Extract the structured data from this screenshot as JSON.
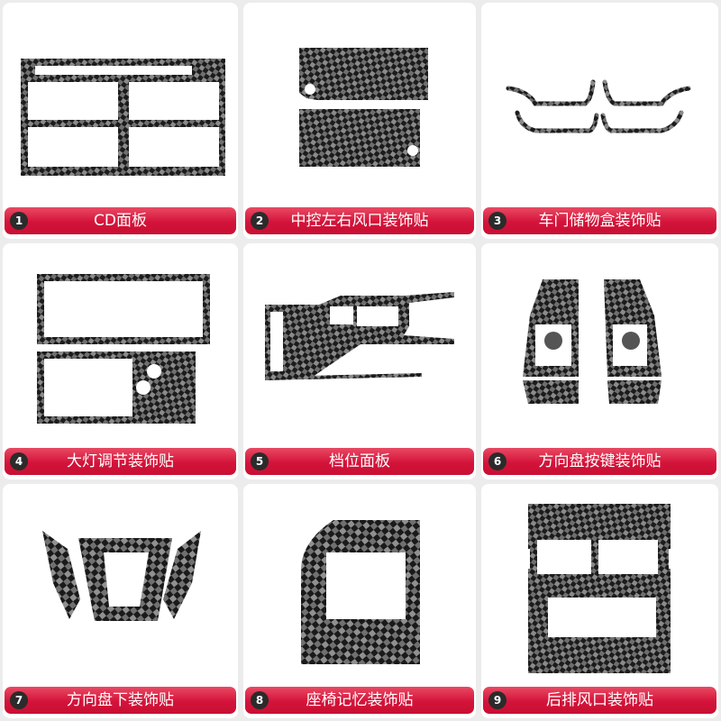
{
  "products": [
    {
      "num": "1",
      "label": "CD面板",
      "icon": "cd-panel-trim-icon"
    },
    {
      "num": "2",
      "label": "中控左右风口装饰贴",
      "icon": "center-vent-trim-icon"
    },
    {
      "num": "3",
      "label": "车门储物盒装饰贴",
      "icon": "door-storage-trim-icon"
    },
    {
      "num": "4",
      "label": "大灯调节装饰贴",
      "icon": "headlight-adjust-trim-icon"
    },
    {
      "num": "5",
      "label": "档位面板",
      "icon": "gear-panel-trim-icon"
    },
    {
      "num": "6",
      "label": "方向盘按键装饰贴",
      "icon": "steering-button-trim-icon"
    },
    {
      "num": "7",
      "label": "方向盘下装饰贴",
      "icon": "steering-lower-trim-icon"
    },
    {
      "num": "8",
      "label": "座椅记忆装饰贴",
      "icon": "seat-memory-trim-icon"
    },
    {
      "num": "9",
      "label": "后排风口装饰贴",
      "icon": "rear-vent-trim-icon"
    }
  ],
  "colors": {
    "label_red": "#d4133a",
    "badge_dark": "#2b2b2b",
    "carbon_dark": "#1c1c1c",
    "carbon_light": "#8a8a8a",
    "card_bg": "#ffffff",
    "page_bg": "#ececec"
  }
}
